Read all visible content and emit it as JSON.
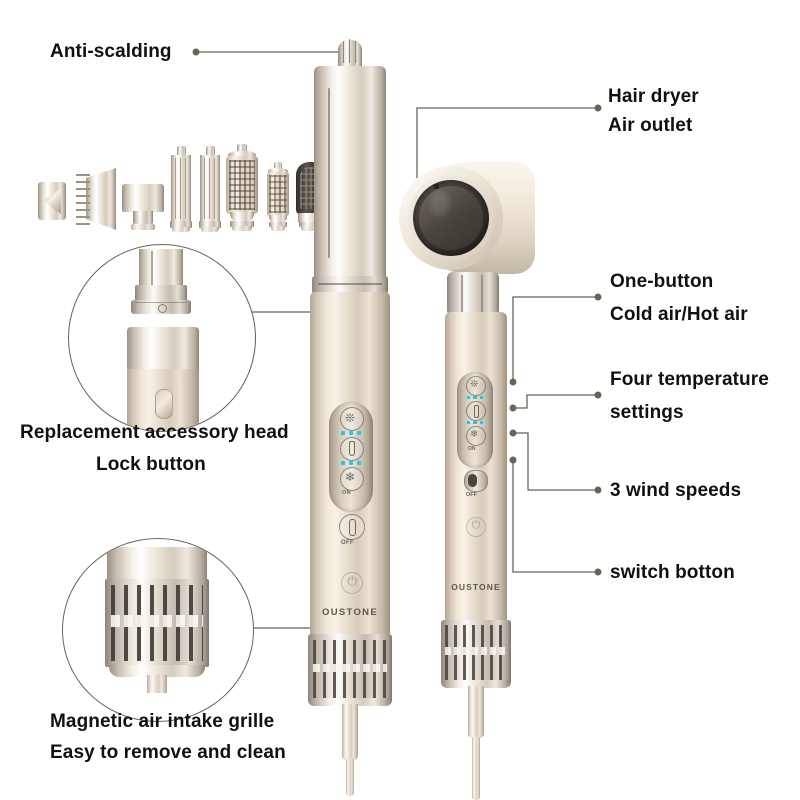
{
  "page": {
    "title": "Hair Styler and Hair Dryer Feature Diagram",
    "background": "#ffffff",
    "leader_color": "#6b6257",
    "text_color": "#111111"
  },
  "brand": {
    "name": "OUSTONE"
  },
  "callouts": [
    {
      "id": "anti-scalding",
      "lines": [
        "Anti-scalding"
      ],
      "side": "left",
      "target": "styler-tip"
    },
    {
      "id": "hair-dryer-air-outlet",
      "lines": [
        "Hair dryer",
        "Air outlet"
      ],
      "side": "right",
      "target": "dryer-nozzle"
    },
    {
      "id": "one-button-cold-hot",
      "lines": [
        "One-button",
        "Cold air/Hot air"
      ],
      "side": "right",
      "target": "cold-hot-button"
    },
    {
      "id": "four-temperature-settings",
      "lines": [
        "Four temperature",
        "settings"
      ],
      "side": "right",
      "target": "temperature-button"
    },
    {
      "id": "three-wind-speeds",
      "lines": [
        "3 wind speeds"
      ],
      "side": "right",
      "target": "wind-speed-button"
    },
    {
      "id": "switch-botton",
      "lines": [
        "switch botton"
      ],
      "side": "right",
      "target": "on-off-switch"
    },
    {
      "id": "replacement-accessory-head",
      "lines": [
        "Replacement accessory head",
        "Lock button"
      ],
      "side": "left-bottom",
      "target": "lock-detail-circle"
    },
    {
      "id": "magnetic-air-intake-grille",
      "lines": [
        "Magnetic air intake grille",
        "Easy to remove and clean"
      ],
      "side": "left-bottom",
      "target": "grille-detail-circle"
    }
  ],
  "labels": {
    "anti_scalding": "Anti-scalding",
    "hair_dryer": "Hair dryer",
    "air_outlet": "Air outlet",
    "one_button": "One-button",
    "cold_hot_air": "Cold air/Hot air",
    "four_temperature": "Four temperature",
    "settings": "settings",
    "wind_speeds": "3 wind speeds",
    "switch_botton": "switch botton",
    "replacement_head": "Replacement accessory head",
    "lock_button": "Lock button",
    "magnetic_grille": "Magnetic air intake grille",
    "easy_clean": "Easy to remove and clean"
  },
  "control_panel": {
    "buttons": [
      {
        "name": "wind-speed-button",
        "icon": "fan-icon"
      },
      {
        "name": "temperature-button",
        "icon": "thermometer-icon"
      },
      {
        "name": "cold-hot-button",
        "icon": "snowflake-sun-icon"
      },
      {
        "name": "on-off-switch",
        "icon": "toggle-switch-icon"
      }
    ],
    "switch_labels": {
      "on": "ON",
      "off": "OFF"
    },
    "led_color": "#23c7e8",
    "led_rows": 2,
    "led_per_row": 3,
    "power_icon": "power-icon"
  },
  "accessories": [
    {
      "name": "accessory-concentrator-nozzle",
      "type": "concentrator"
    },
    {
      "name": "accessory-wide-tooth-comb",
      "type": "comb"
    },
    {
      "name": "accessory-smoothing-head",
      "type": "smoothing"
    },
    {
      "name": "accessory-curling-barrel-left",
      "type": "barrel"
    },
    {
      "name": "accessory-curling-barrel-right",
      "type": "barrel"
    },
    {
      "name": "accessory-round-volumizing-brush",
      "type": "round-brush"
    },
    {
      "name": "accessory-small-round-brush",
      "type": "small-round-brush"
    },
    {
      "name": "accessory-paddle-brush",
      "type": "paddle-brush"
    }
  ],
  "devices": [
    {
      "name": "hair-styler-device",
      "brand": "OUSTONE"
    },
    {
      "name": "hair-dryer-device",
      "brand": "OUSTONE"
    }
  ],
  "detail_insets": [
    {
      "name": "lock-detail-circle",
      "shows": "detachable head and lock button"
    },
    {
      "name": "grille-detail-circle",
      "shows": "magnetic air intake grille"
    }
  ]
}
